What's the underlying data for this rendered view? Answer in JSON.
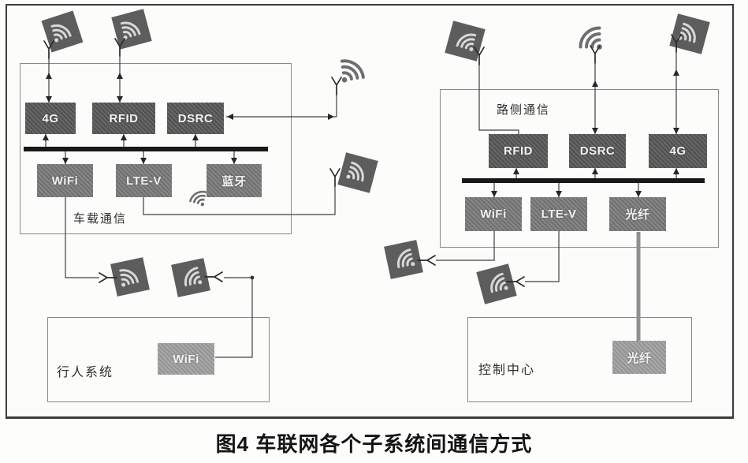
{
  "caption": "图4 车联网各个子系统间通信方式",
  "vehicle_box": {
    "label": "车载通信",
    "top_blocks": [
      "4G",
      "RFID",
      "DSRC"
    ],
    "bottom_blocks": [
      "WiFi",
      "LTE-V",
      "蓝牙"
    ]
  },
  "roadside_box": {
    "label": "路侧通信",
    "top_blocks": [
      "RFID",
      "DSRC",
      "4G"
    ],
    "bottom_blocks": [
      "WiFi",
      "LTE-V",
      "光纤"
    ]
  },
  "pedestrian_box": {
    "label": "行人系统",
    "block": "WiFi"
  },
  "control_box": {
    "label": "控制中心",
    "block": "光纤"
  },
  "icons": {
    "antenna": "antenna-icon",
    "signal_arcs": "wifi-signal-arcs-icon"
  },
  "colors": {
    "block_dark": "#565656",
    "block_mid": "#787878",
    "block_light": "#9e9e9e",
    "bus_bar": "#181818",
    "wire": "#3f3f3f",
    "fiber_link": "#909090",
    "frame_border": "#3c3c3c"
  }
}
